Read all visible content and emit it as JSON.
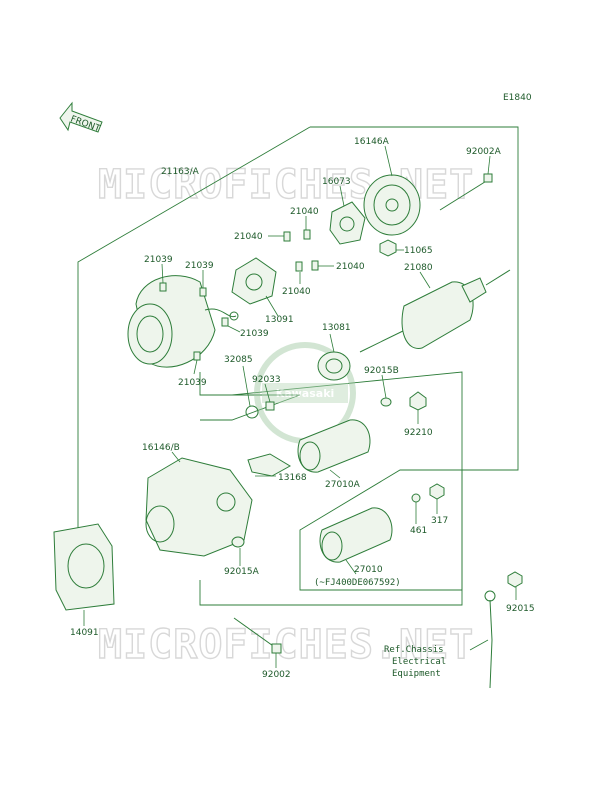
{
  "page_code": "E1840",
  "front_label": "FRONT",
  "watermark": "MICROFICHES.NET",
  "logo_text": "Kawasaki",
  "labels": {
    "p21163A": "21163/A",
    "p16146A": "16146A",
    "p92002A": "92002A",
    "p16073": "16073",
    "p21040a": "21040",
    "p21040b": "21040",
    "p21040c": "21040",
    "p21040d": "21040",
    "p11065": "11065",
    "p21039a": "21039",
    "p21039b": "21039",
    "p21039c": "21039",
    "p21039d": "21039",
    "p21080": "21080",
    "p13091": "13091",
    "p13081": "13081",
    "p32085": "32085",
    "p92033": "92033",
    "p92015B": "92015B",
    "p92210": "92210",
    "p16146B": "16146/B",
    "p27010A": "27010A",
    "p13168": "13168",
    "p317": "317",
    "p461": "461",
    "p27010": "27010",
    "p_serial": "(~FJ400DE067592)",
    "p92015A": "92015A",
    "p14091": "14091",
    "p92015": "92015",
    "p92002": "92002"
  },
  "ref_note": [
    "Ref.Chassis",
    "Electrical",
    "Equipment"
  ],
  "colors": {
    "line": "#2e7d3a",
    "text": "#1e5a2a",
    "watermark": "#d8d8d8"
  }
}
